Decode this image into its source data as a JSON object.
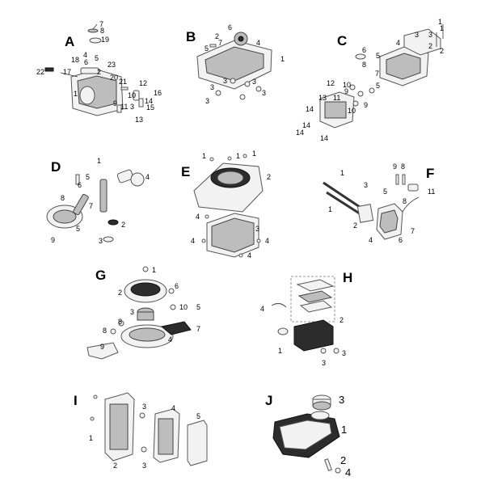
{
  "panels": [
    {
      "letter": "A",
      "callouts": [
        "7",
        "8",
        "19",
        "4",
        "5",
        "18",
        "6",
        "23",
        "22",
        "2",
        "17",
        "20",
        "21",
        "12",
        "1",
        "10",
        "9",
        "11",
        "3",
        "14",
        "15",
        "13",
        "16"
      ]
    },
    {
      "letter": "B",
      "callouts": [
        "6",
        "2",
        "7",
        "4",
        "1",
        "5",
        "3",
        "3",
        "3",
        "3",
        "3"
      ]
    },
    {
      "letter": "C",
      "callouts": [
        "1",
        "3",
        "2",
        "4",
        "6",
        "5",
        "8",
        "1",
        "3",
        "2",
        "7",
        "12",
        "10",
        "9",
        "5",
        "11",
        "13",
        "9",
        "14",
        "10",
        "14",
        "14",
        "14"
      ]
    },
    {
      "letter": "D",
      "callouts": [
        "1",
        "5",
        "4",
        "6",
        "7",
        "8",
        "3",
        "2",
        "5",
        "9"
      ]
    },
    {
      "letter": "E",
      "callouts": [
        "1",
        "1",
        "1",
        "2",
        "4",
        "3",
        "4",
        "4",
        "4"
      ]
    },
    {
      "letter": "F",
      "callouts": [
        "1",
        "9",
        "8",
        "11",
        "3",
        "5",
        "8",
        "1",
        "2",
        "4",
        "6",
        "7"
      ]
    },
    {
      "letter": "G",
      "callouts": [
        "1",
        "2",
        "6",
        "3",
        "10",
        "5",
        "8",
        "8",
        "7",
        "9",
        "4"
      ]
    },
    {
      "letter": "H",
      "callouts": [
        "4",
        "2",
        "1",
        "3",
        "3"
      ]
    },
    {
      "letter": "I",
      "callouts": [
        "5",
        "3",
        "4",
        "1",
        "2",
        "3"
      ]
    },
    {
      "letter": "J",
      "callouts": [
        "3",
        "1",
        "2",
        "4"
      ]
    }
  ]
}
